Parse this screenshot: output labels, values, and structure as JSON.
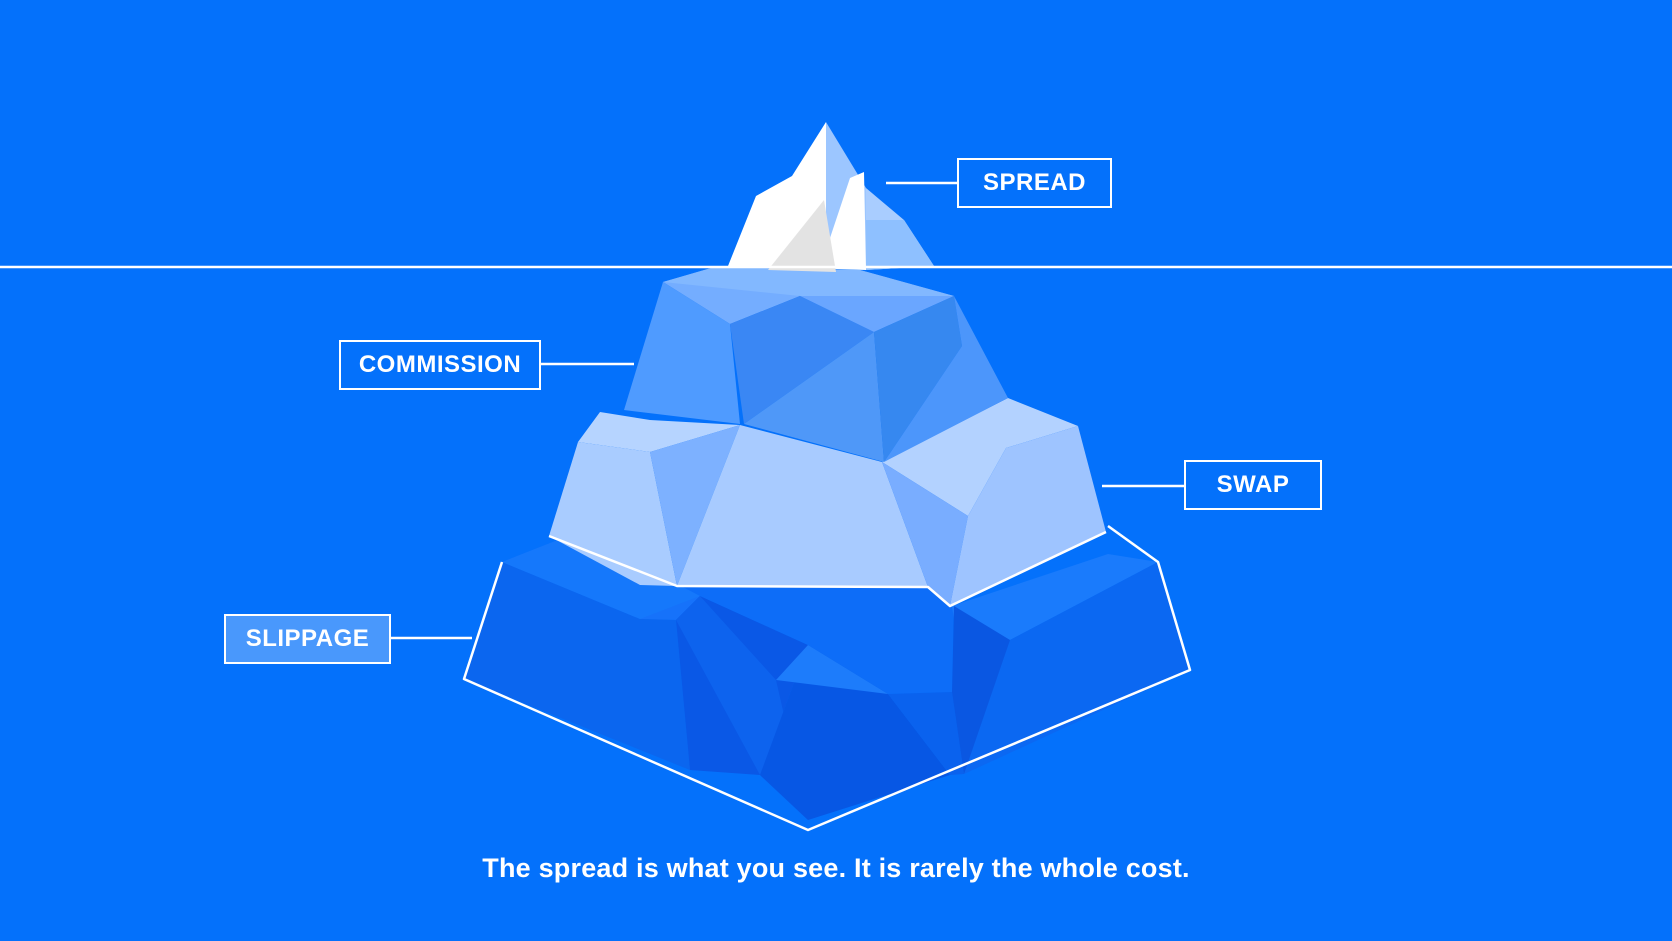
{
  "colors": {
    "background": "#0471fb",
    "line": "#ffffff",
    "tip_white": "#ffffff",
    "tier_commission": "#4f9cff",
    "tier_swap": "#a8ccff",
    "tier_slippage": "#0e6ffb"
  },
  "labels": {
    "spread": "SPREAD",
    "commission": "COMMISSION",
    "swap": "SWAP",
    "slippage": "SLIPPAGE"
  },
  "caption": "The spread is what you see. It is rarely the whole cost."
}
